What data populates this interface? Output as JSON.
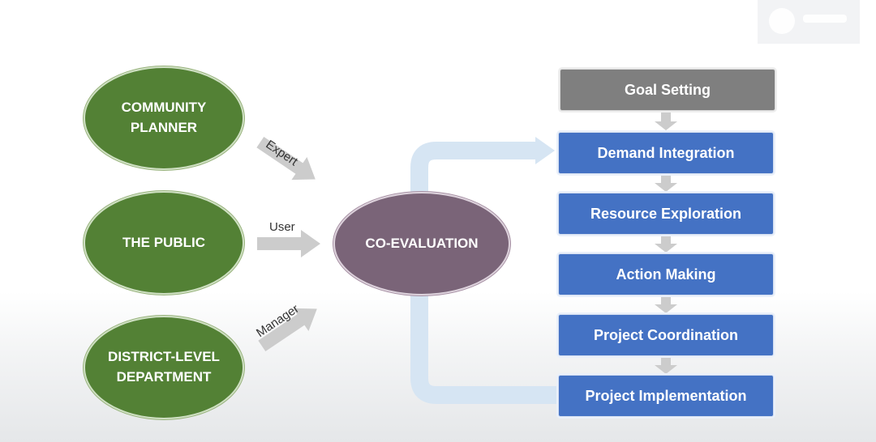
{
  "stakeholders": [
    {
      "id": "community-planner",
      "label": "COMMUNITY\nPLANNER",
      "role": "Expert"
    },
    {
      "id": "the-public",
      "label": "THE PUBLIC",
      "role": "User"
    },
    {
      "id": "district-level-department",
      "label": "DISTRICT-LEVEL\nDEPARTMENT",
      "role": "Manager"
    }
  ],
  "center": {
    "label": "CO-EVALUATION"
  },
  "process_steps": [
    {
      "label": "Goal Setting",
      "style": "gray"
    },
    {
      "label": "Demand Integration",
      "style": "blue"
    },
    {
      "label": "Resource Exploration",
      "style": "blue"
    },
    {
      "label": "Action Making",
      "style": "blue"
    },
    {
      "label": "Project Coordination",
      "style": "blue"
    },
    {
      "label": "Project Implementation",
      "style": "blue"
    }
  ],
  "colors": {
    "stakeholder_green": "#538135",
    "center_purple": "#7a6478",
    "step_blue": "#4472c4",
    "step_gray": "#7f7f7f",
    "connector_gray": "#cccccc",
    "feedback_loop_blue": "#d6e5f3"
  }
}
